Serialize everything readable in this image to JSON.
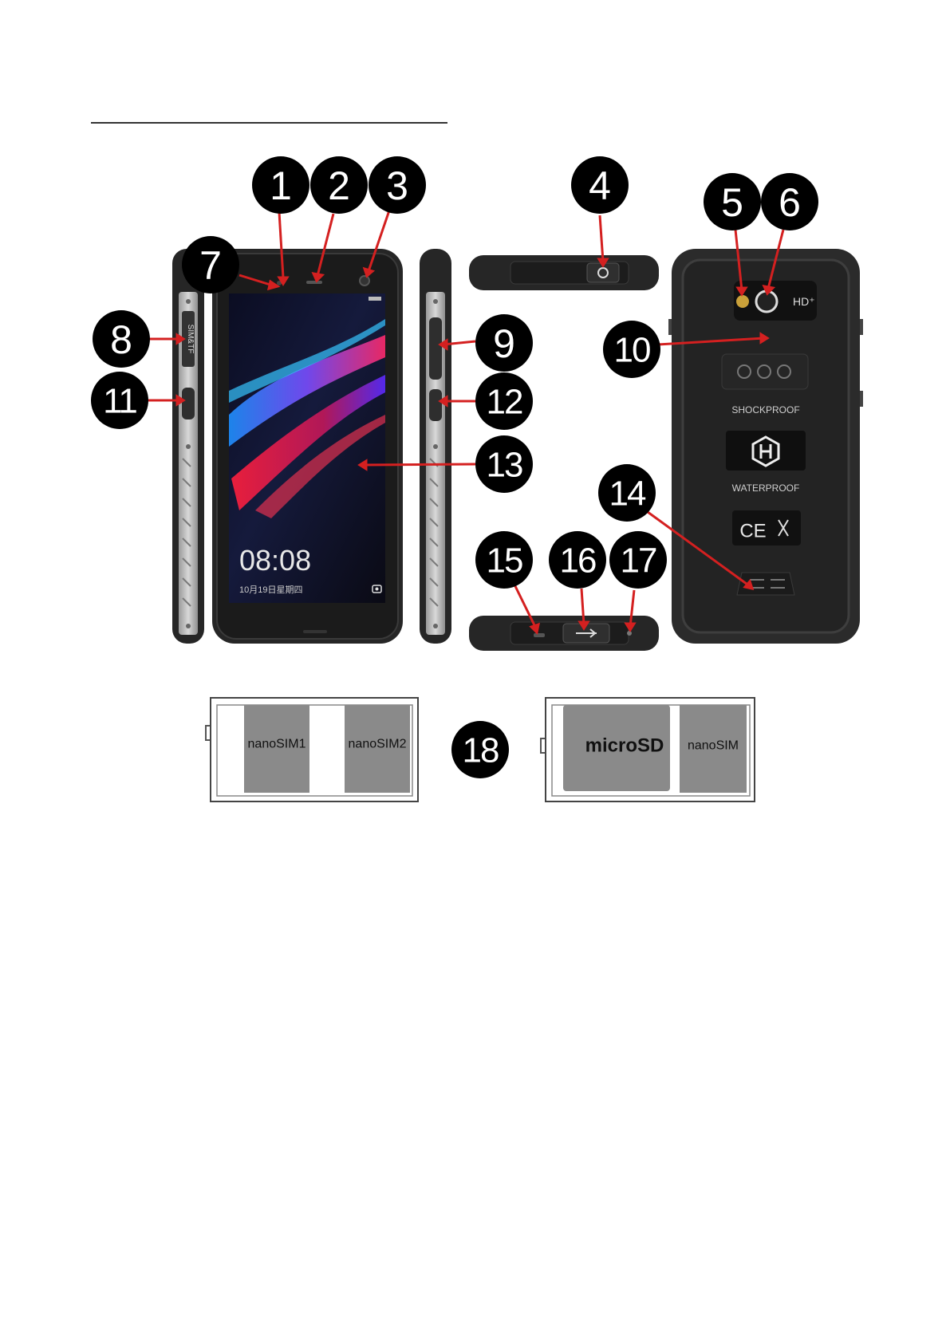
{
  "callouts": [
    "1",
    "2",
    "3",
    "4",
    "5",
    "6",
    "7",
    "8",
    "9",
    "10",
    "11",
    "12",
    "13",
    "14",
    "15",
    "16",
    "17",
    "18"
  ],
  "phone_screen": {
    "time": "08:08",
    "date": "10月19日星期四"
  },
  "side_panel": {
    "sim_tf": "SIM&TF"
  },
  "back_panel": {
    "hd": "HD⁺",
    "shockproof": "SHOCKPROOF",
    "waterproof": "WATERPROOF",
    "ce": "CE"
  },
  "trays": {
    "left": {
      "slot1": "nanoSIM1",
      "slot2": "nanoSIM2"
    },
    "right": {
      "slot1": "microSD",
      "slot2": "nanoSIM"
    }
  },
  "colors": {
    "callout_fill": "#000000",
    "arrow": "#d42020",
    "phone_body": "#2a2a2a",
    "card_gray": "#8a8a8a"
  }
}
